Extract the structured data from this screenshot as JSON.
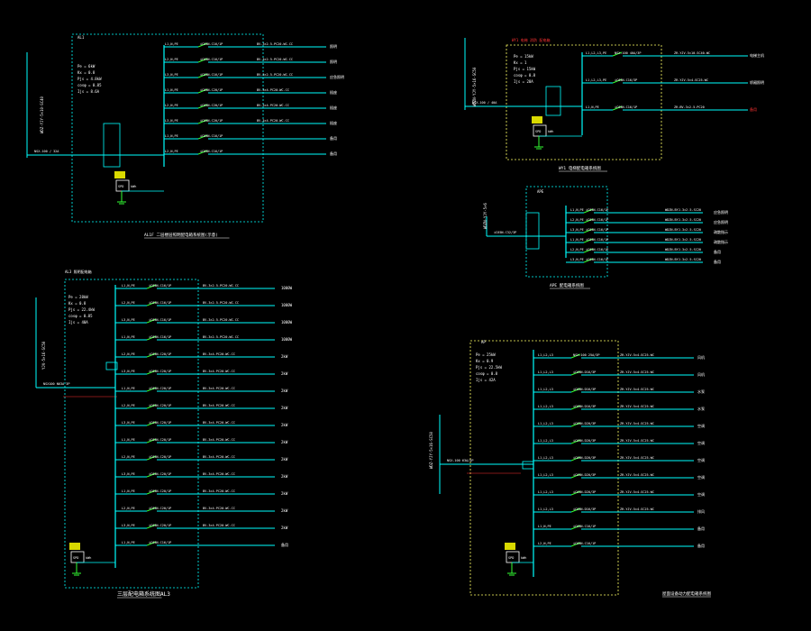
{
  "colors": {
    "background": "#000000",
    "bus": "#00ffff",
    "branch": "#00ffff",
    "frame": "#ffff66",
    "text": "#ffffff",
    "label_green": "#33ff33",
    "label_yellow": "#ffff00",
    "label_red": "#ff3333"
  },
  "panels": [
    {
      "id": "AL1F",
      "title": "AL1F 二层楼层照明配电箱系统图(示意)",
      "header": "AL1",
      "params": [
        "Pe = 6kW",
        "Kx = 0.8",
        "Pjs = 4.8kW",
        "cosφ = 0.85",
        "Ijs = 8.6A"
      ],
      "incoming_cable": "WDZ-YJY-5×10-SC40",
      "main_breaker": "NSX-100 / 32A",
      "branches": [
        {
          "id": "L1,N,PE",
          "breaker": "iC65N-C16/1P",
          "cable": "BV-3×2.5-PC20-WC.CC",
          "load": "照明"
        },
        {
          "id": "L2,N,PE",
          "breaker": "iC65N-C16/1P",
          "cable": "BV-3×2.5-PC20-WC.CC",
          "load": "照明"
        },
        {
          "id": "L3,N,PE",
          "breaker": "iC65N-C16/1P",
          "cable": "BV-3×2.5-PC20-WC.CC",
          "load": "应急照明"
        },
        {
          "id": "L1,N,PE",
          "breaker": "iC65N-C20/1P",
          "cable": "BV-3×4-PC20-WC.CC",
          "load": "插座"
        },
        {
          "id": "L2,N,PE",
          "breaker": "iC65N-C20/1P",
          "cable": "BV-3×4-PC20-WC.CC",
          "load": "插座"
        },
        {
          "id": "L3,N,PE",
          "breaker": "iC65N-C20/1P",
          "cable": "BV-3×4-PC20-WC.CC",
          "load": "插座"
        },
        {
          "id": "L1,N,PE",
          "breaker": "iC65N-C16/1P",
          "cable": "",
          "load": "备用"
        },
        {
          "id": "L2,N,PE",
          "breaker": "iC65N-C16/1P",
          "cable": "",
          "load": "备用"
        }
      ],
      "spd": "SPD",
      "meter": "kWh"
    },
    {
      "id": "WY1",
      "title": "WY1 电梯配电箱系统图",
      "header": "WY1 电梯 消防 配电箱",
      "params": [
        "Pe = 15kW",
        "Kx = 1",
        "Pjs = 15kW",
        "cosφ = 0.8",
        "Ijs = 28A"
      ],
      "incoming_cable": "WDZN-YJY-5×16-SC50",
      "main_breaker": "NSX-100 / 40A",
      "branches": [
        {
          "id": "L1,L2,L3,PE",
          "breaker": "NSX-100 40A/3P",
          "cable": "ZR-YJV-5×10-SC40-WC",
          "load": "电梯主机"
        },
        {
          "id": "L1,L2,L3,PE",
          "breaker": "iC65N-C16/3P",
          "cable": "ZR-YJV-5×4-SC25-WC",
          "load": "轿厢照明"
        },
        {
          "id": "L1,N,PE",
          "breaker": "iC65N-C16/1P",
          "cable": "ZR-BV-3×2.5-PC20",
          "load": "备用"
        }
      ],
      "spd": "SPD",
      "meter": "kWh"
    },
    {
      "id": "APE",
      "title": "APE 配电箱系统图",
      "header": "APE",
      "params": [],
      "incoming_cable": "WDZN-YJY-5×6",
      "main_breaker": "iC65N-C32/3P",
      "branches": [
        {
          "id": "L1,N,PE",
          "breaker": "iC65N-C16/1P",
          "cable": "WDZN-BYJ-3×2.5-SC20",
          "load": "应急照明"
        },
        {
          "id": "L2,N,PE",
          "breaker": "iC65N-C16/1P",
          "cable": "WDZN-BYJ-3×2.5-SC20",
          "load": "应急照明"
        },
        {
          "id": "L3,N,PE",
          "breaker": "iC65N-C16/1P",
          "cable": "WDZN-BYJ-3×2.5-SC20",
          "load": "疏散指示"
        },
        {
          "id": "L1,N,PE",
          "breaker": "iC65N-C16/1P",
          "cable": "WDZN-BYJ-3×2.5-SC20",
          "load": "疏散指示"
        },
        {
          "id": "L2,N,PE",
          "breaker": "iC65N-C16/1P",
          "cable": "WDZN-BYJ-3×2.5-SC20",
          "load": "备用"
        },
        {
          "id": "L3,N,PE",
          "breaker": "iC65N-C16/1P",
          "cable": "WDZN-BYJ-3×2.5-SC20",
          "load": "备用"
        }
      ]
    },
    {
      "id": "AL3",
      "title": "三层配电箱系统图AL3",
      "header": "AL3 照明配电箱",
      "params": [
        "Pe = 28kW",
        "Kx = 0.8",
        "Pjs = 22.4kW",
        "cosφ = 0.85",
        "Ijs = 40A"
      ],
      "incoming_cable": "YJV-5×16-SC50",
      "main_breaker": "NSX100 N63A 3P",
      "branches": [
        {
          "id": "L1,N,PE",
          "breaker": "iC65N-C16/1P",
          "cable": "BV-3×2.5-PC20-WC.CC",
          "load": "1000W"
        },
        {
          "id": "L2,N,PE",
          "breaker": "iC65N-C16/1P",
          "cable": "BV-3×2.5-PC20-WC.CC",
          "load": "1000W"
        },
        {
          "id": "L3,N,PE",
          "breaker": "iC65N-C16/1P",
          "cable": "BV-3×2.5-PC20-WC.CC",
          "load": "1000W"
        },
        {
          "id": "L1,N,PE",
          "breaker": "iC65N-C16/1P",
          "cable": "BV-3×2.5-PC20-WC.CC",
          "load": "1000W"
        },
        {
          "id": "L2,N,PE",
          "breaker": "iC65N-C20/1P",
          "cable": "BV-3×4-PC20-WC.CC",
          "load": "2kW"
        },
        {
          "id": "L3,N,PE",
          "breaker": "iC65N-C20/1P",
          "cable": "BV-3×4-PC20-WC.CC",
          "load": "2kW"
        },
        {
          "id": "L1,N,PE",
          "breaker": "iC65N-C20/1P",
          "cable": "BV-3×4-PC20-WC.CC",
          "load": "2kW"
        },
        {
          "id": "L2,N,PE",
          "breaker": "iC65N-C20/1P",
          "cable": "BV-3×4-PC20-WC.CC",
          "load": "2kW"
        },
        {
          "id": "L3,N,PE",
          "breaker": "iC65N-C20/1P",
          "cable": "BV-3×4-PC20-WC.CC",
          "load": "2kW"
        },
        {
          "id": "L1,N,PE",
          "breaker": "iC65N-C20/1P",
          "cable": "BV-3×4-PC20-WC.CC",
          "load": "2kW"
        },
        {
          "id": "L2,N,PE",
          "breaker": "iC65N-C20/1P",
          "cable": "BV-3×4-PC20-WC.CC",
          "load": "2kW"
        },
        {
          "id": "L3,N,PE",
          "breaker": "iC65N-C20/1P",
          "cable": "BV-3×4-PC20-WC.CC",
          "load": "2kW"
        },
        {
          "id": "L1,N,PE",
          "breaker": "iC65N-C20/1P",
          "cable": "BV-3×4-PC20-WC.CC",
          "load": "2kW"
        },
        {
          "id": "L2,N,PE",
          "breaker": "iC65N-C20/1P",
          "cable": "BV-3×4-PC20-WC.CC",
          "load": "2kW"
        },
        {
          "id": "L3,N,PE",
          "breaker": "iC65N-C20/1P",
          "cable": "BV-3×4-PC20-WC.CC",
          "load": "2kW"
        },
        {
          "id": "L1,N,PE",
          "breaker": "iC65N-C16/1P",
          "cable": "",
          "load": "备用"
        }
      ],
      "spd": "SPD",
      "meter": "kWh"
    },
    {
      "id": "AP",
      "title": "屋面设备动力配电箱系统图",
      "header": "AP",
      "params": [
        "Pe = 25kW",
        "Kx = 0.9",
        "Pjs = 22.5kW",
        "cosφ = 0.8",
        "Ijs = 42A"
      ],
      "incoming_cable": "WDZ-YJY-5×16-SC50",
      "main_breaker": "NSX-100 63A/3P",
      "branches": [
        {
          "id": "L1,L2,L3",
          "breaker": "NSX-100 25A/3P",
          "cable": "ZR-YJV-5×4-SC25-WC",
          "load": "风机"
        },
        {
          "id": "L1,L2,L3",
          "breaker": "iC65N-D16/3P",
          "cable": "ZR-YJV-5×4-SC25-WC",
          "load": "风机"
        },
        {
          "id": "L1,L2,L3",
          "breaker": "iC65N-D16/3P",
          "cable": "ZR-YJV-5×4-SC25-WC",
          "load": "水泵"
        },
        {
          "id": "L1,L2,L3",
          "breaker": "iC65N-D16/3P",
          "cable": "ZR-YJV-5×4-SC25-WC",
          "load": "水泵"
        },
        {
          "id": "L1,L2,L3",
          "breaker": "iC65N-D20/3P",
          "cable": "ZR-YJV-5×4-SC25-WC",
          "load": "空调"
        },
        {
          "id": "L1,L2,L3",
          "breaker": "iC65N-D20/3P",
          "cable": "ZR-YJV-5×4-SC25-WC",
          "load": "空调"
        },
        {
          "id": "L1,L2,L3",
          "breaker": "iC65N-D20/3P",
          "cable": "ZR-YJV-5×4-SC25-WC",
          "load": "空调"
        },
        {
          "id": "L1,L2,L3",
          "breaker": "iC65N-D20/3P",
          "cable": "ZR-YJV-5×4-SC25-WC",
          "load": "空调"
        },
        {
          "id": "L1,L2,L3",
          "breaker": "iC65N-D20/3P",
          "cable": "ZR-YJV-5×4-SC25-WC",
          "load": "空调"
        },
        {
          "id": "L1,L2,L3",
          "breaker": "iC65N-D16/3P",
          "cable": "ZR-YJV-5×4-SC25-WC",
          "load": "排风"
        },
        {
          "id": "L1,N,PE",
          "breaker": "iC65N-C16/1P",
          "cable": "",
          "load": "备用"
        },
        {
          "id": "L2,N,PE",
          "breaker": "iC65N-C16/1P",
          "cable": "",
          "load": "备用"
        }
      ],
      "spd": "SPD",
      "meter": "kWh"
    }
  ]
}
